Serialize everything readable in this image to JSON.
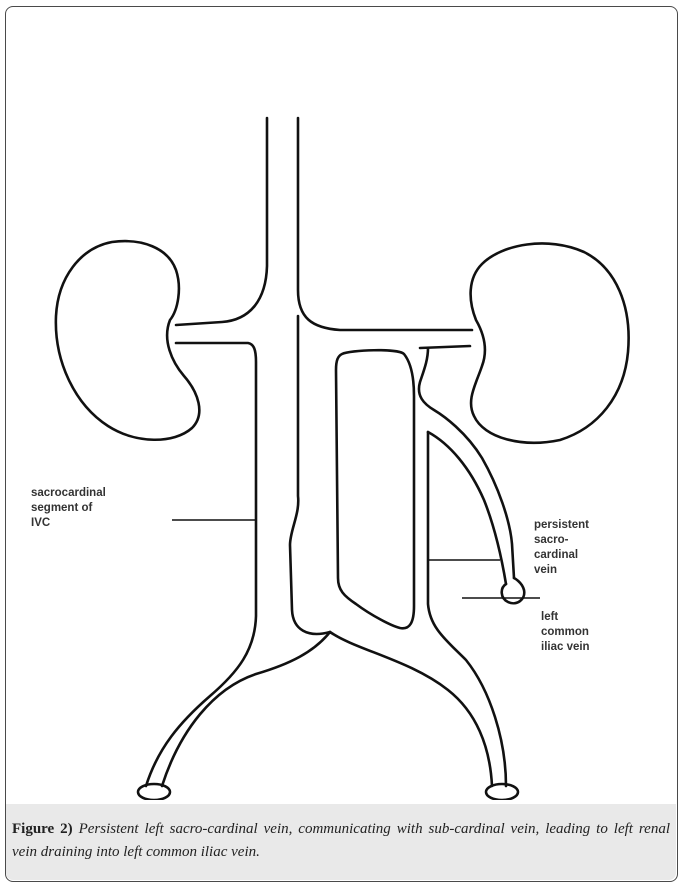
{
  "labels": {
    "sacrocardinal_segment": "sacrocardinal\nsegment of\nIVC",
    "persistent_sacrocardinal_vein": "persistent\nsacro-\ncardinal\nvein",
    "left_common_iliac_vein": "left\ncommon\niliac vein"
  },
  "caption": {
    "figure_number": "Figure 2)",
    "text": " Persistent left sacro-cardinal vein, communicating with sub-cardinal vein, leading to left renal vein draining into left common iliac vein."
  },
  "colors": {
    "stroke": "#111111",
    "caption_background": "#e9e9e9"
  }
}
